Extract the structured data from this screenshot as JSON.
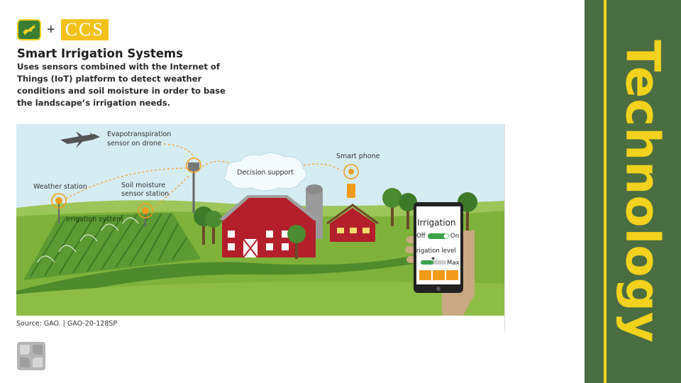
{
  "logos": {
    "plus": "+",
    "ccs": "CCS",
    "deere_icon": "deer-logo-icon",
    "bottom_icon": "brand-tile-logo-icon"
  },
  "heading": {
    "title": "Smart Irrigation Systems",
    "description": "Uses sensors combined with the Internet of Things (IoT) platform to detect weather conditions and soil moisture in order to base the landscape’s irrigation needs."
  },
  "infographic": {
    "labels": {
      "evapo_line1": "Evapotranspiration",
      "evapo_line2": "sensor on drone",
      "weather": "Weather station",
      "soil_line1": "Soil moisture",
      "soil_line2": "sensor station",
      "irrigation_system": "Irrigation system",
      "decision": "Decision support",
      "smart_phone": "Smart phone"
    },
    "phone": {
      "title": "Irrigation",
      "off": "Off",
      "on": "On",
      "level": "rigation level",
      "max": "Max"
    }
  },
  "source": "Source: GAO. | GAO-20-128SP",
  "banner": {
    "text": "Technology"
  },
  "colors": {
    "banner_green": "#4a6e42",
    "banner_yellow": "#f2d21c",
    "ccs_yellow": "#f2c21a",
    "barn_red": "#b3202b",
    "field_green": "#7fb23a",
    "sky_blue": "#d6ecf3",
    "signal_orange": "#f19a1c"
  }
}
